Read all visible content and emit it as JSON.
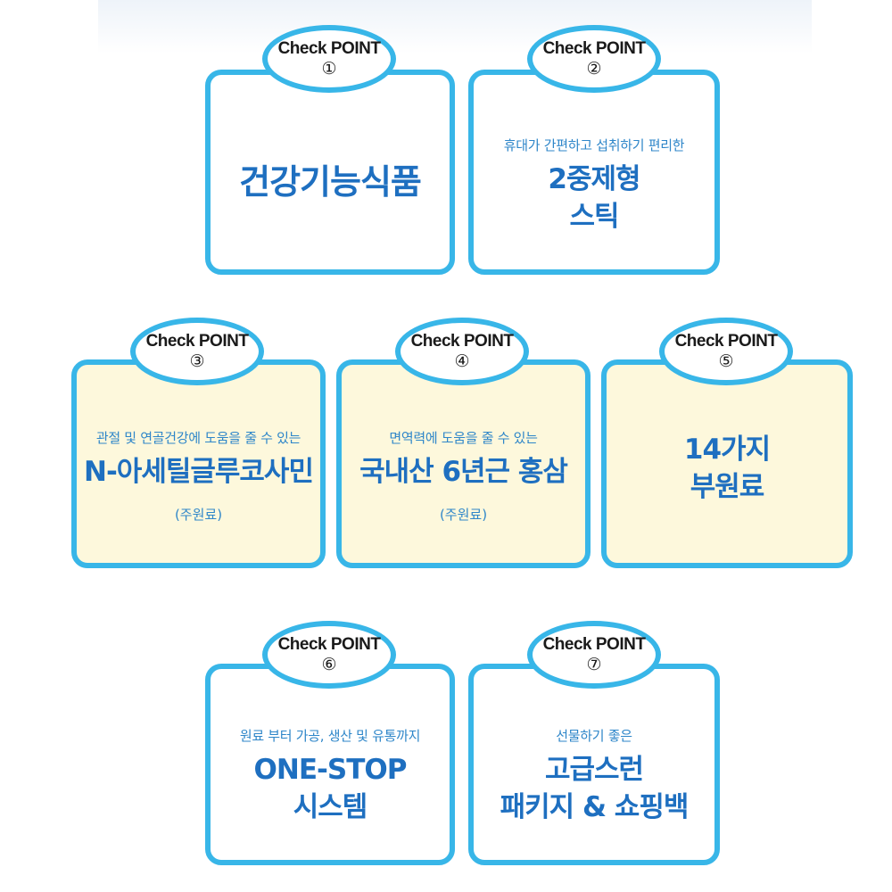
{
  "badge_label": "Check POINT",
  "cards": [
    {
      "num": "①",
      "subtitle": "",
      "lines": [
        "건강기능식품"
      ],
      "note": ""
    },
    {
      "num": "②",
      "subtitle": "휴대가 간편하고 섭취하기 편리한",
      "lines": [
        "2중제형",
        "스틱"
      ],
      "note": ""
    },
    {
      "num": "③",
      "subtitle": "관절 및 연골건강에 도움을 줄 수 있는",
      "lines": [
        "N-아세틸글루코사민"
      ],
      "note": "(주원료)"
    },
    {
      "num": "④",
      "subtitle": "면역력에 도움을 줄 수 있는",
      "lines": [
        "국내산 6년근 홍삼"
      ],
      "note": "(주원료)"
    },
    {
      "num": "⑤",
      "subtitle": "",
      "lines": [
        "14가지",
        "부원료"
      ],
      "note": ""
    },
    {
      "num": "⑥",
      "subtitle": "원료 부터 가공, 생산 및 유통까지",
      "lines": [
        "ONE-STOP",
        "시스템"
      ],
      "note": ""
    },
    {
      "num": "⑦",
      "subtitle": "선물하기 좋은",
      "lines": [
        "고급스런",
        "패키지 & 쇼핑백"
      ],
      "note": ""
    }
  ],
  "colors": {
    "border": "#38b6e8",
    "text_blue": "#1e6fc0",
    "cream": "#fdf8dc"
  }
}
